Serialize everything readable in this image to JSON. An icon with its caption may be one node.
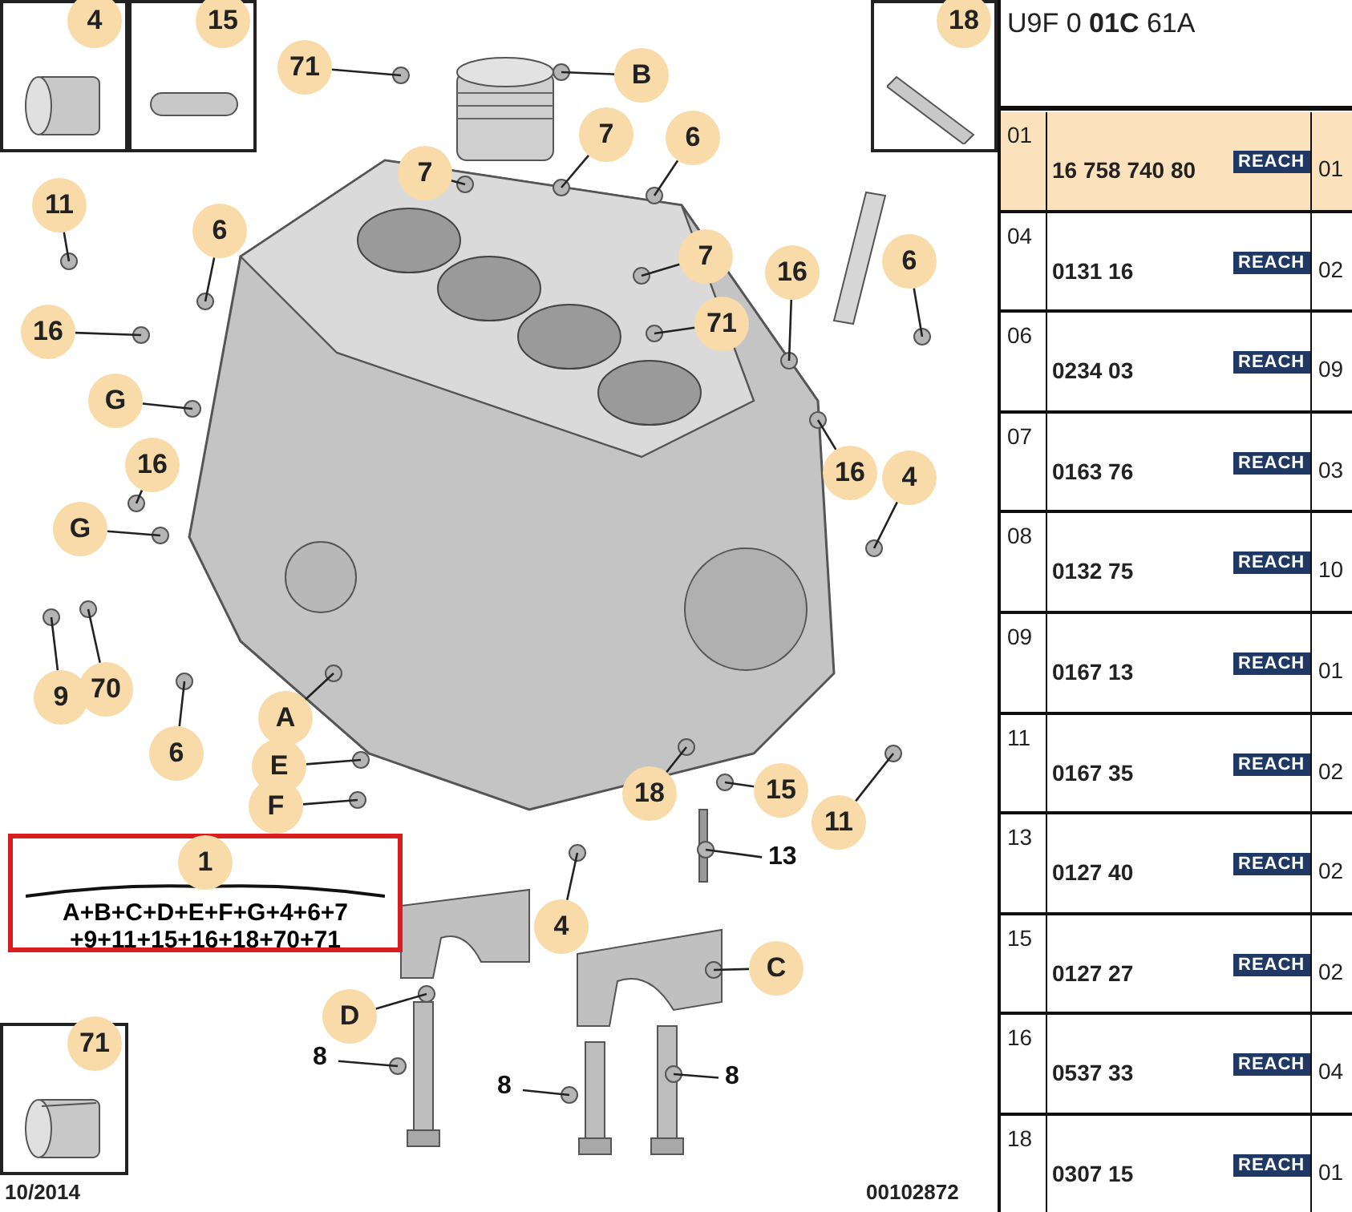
{
  "diagram": {
    "nodes": [
      {
        "text": [
          "4"
        ]
      },
      {
        "text": [
          "15"
        ]
      },
      {
        "text": [
          "71"
        ]
      },
      {
        "text": [
          "B"
        ]
      },
      {
        "text": [
          "7"
        ]
      },
      {
        "text": [
          "6"
        ]
      },
      {
        "text": [
          "18"
        ]
      },
      {
        "text": [
          "7"
        ]
      },
      {
        "text": [
          "11"
        ]
      },
      {
        "text": [
          "6"
        ]
      },
      {
        "text": [
          "6"
        ]
      },
      {
        "text": [
          "7"
        ]
      },
      {
        "text": [
          "16"
        ]
      },
      {
        "text": [
          "71"
        ]
      },
      {
        "text": [
          "16"
        ]
      },
      {
        "text": [
          "G"
        ]
      },
      {
        "text": [
          "16"
        ]
      },
      {
        "text": [
          "16"
        ]
      },
      {
        "text": [
          "4"
        ]
      },
      {
        "text": [
          "G"
        ]
      },
      {
        "text": [
          "9"
        ]
      },
      {
        "text": [
          "70"
        ]
      },
      {
        "text": [
          "A"
        ]
      },
      {
        "text": [
          "6"
        ]
      },
      {
        "text": [
          "E"
        ]
      },
      {
        "text": [
          "F"
        ]
      },
      {
        "text": [
          "18"
        ]
      },
      {
        "text": [
          "15"
        ]
      },
      {
        "text": [
          "11"
        ]
      },
      {
        "text": [
          "1",
          "A+B+C+D+E+F+G+4+6+7 +9+11+15+16+18+70+71"
        ]
      },
      {
        "text": [
          "13"
        ]
      },
      {
        "text": [
          "4"
        ]
      },
      {
        "text": [
          "C"
        ]
      },
      {
        "text": [
          "D"
        ]
      },
      {
        "text": [
          "71"
        ]
      },
      {
        "text": [
          "8"
        ]
      },
      {
        "text": [
          "8"
        ]
      },
      {
        "text": [
          "8"
        ]
      }
    ],
    "edges": [
      {
        "from": 2,
        "to": null,
        "arrow": "none"
      },
      {
        "from": 3,
        "to": null,
        "arrow": "none"
      },
      {
        "from": 4,
        "to": null,
        "arrow": "none"
      },
      {
        "from": 5,
        "to": null,
        "arrow": "none"
      },
      {
        "from": 7,
        "to": null,
        "arrow": "none"
      },
      {
        "from": 8,
        "to": null,
        "arrow": "none"
      },
      {
        "from": 9,
        "to": null,
        "arrow": "none"
      },
      {
        "from": 10,
        "to": null,
        "arrow": "none"
      },
      {
        "from": 11,
        "to": null,
        "arrow": "none"
      },
      {
        "from": 12,
        "to": null,
        "arrow": "none"
      },
      {
        "from": 13,
        "to": null,
        "arrow": "none"
      },
      {
        "from": 14,
        "to": null,
        "arrow": "none"
      },
      {
        "from": 15,
        "to": null,
        "arrow": "none"
      },
      {
        "from": 16,
        "to": null,
        "arrow": "none"
      },
      {
        "from": 17,
        "to": null,
        "arrow": "none"
      },
      {
        "from": 18,
        "to": null,
        "arrow": "none"
      },
      {
        "from": 19,
        "to": null,
        "arrow": "none"
      },
      {
        "from": 20,
        "to": null,
        "arrow": "none"
      },
      {
        "from": 21,
        "to": null,
        "arrow": "none"
      },
      {
        "from": 22,
        "to": null,
        "arrow": "none"
      },
      {
        "from": 23,
        "to": null,
        "arrow": "none"
      },
      {
        "from": 24,
        "to": null,
        "arrow": "none"
      },
      {
        "from": 25,
        "to": null,
        "arrow": "none"
      },
      {
        "from": 26,
        "to": null,
        "arrow": "none"
      },
      {
        "from": 27,
        "to": null,
        "arrow": "none"
      },
      {
        "from": 28,
        "to": null,
        "arrow": "none"
      },
      {
        "from": 30,
        "to": null,
        "arrow": "none"
      },
      {
        "from": 31,
        "to": null,
        "arrow": "none"
      },
      {
        "from": 32,
        "to": null,
        "arrow": "none"
      },
      {
        "from": 33,
        "to": null,
        "arrow": "none"
      },
      {
        "from": 35,
        "to": null,
        "arrow": "none"
      },
      {
        "from": 36,
        "to": null,
        "arrow": "none"
      },
      {
        "from": 37,
        "to": null,
        "arrow": "none"
      }
    ],
    "labels": [
      "U9F 0 **01C** 61A",
      "01",
      "16 758 740 80",
      "REACH",
      "01",
      "04",
      "0131 16",
      "REACH",
      "02",
      "06",
      "0234 03",
      "REACH",
      "09",
      "07",
      "0163 76",
      "REACH",
      "03",
      "08",
      "0132 75",
      "REACH",
      "10",
      "09",
      "0167 13",
      "REACH",
      "01",
      "11",
      "0167 35",
      "REACH",
      "02",
      "13",
      "0127 40",
      "REACH",
      "02",
      "15",
      "0127 27",
      "REACH",
      "02",
      "16",
      "0537 33",
      "REACH",
      "04",
      "18",
      "0307 15",
      "REACH",
      "01",
      "10/2014",
      "00102872"
    ]
  }
}
